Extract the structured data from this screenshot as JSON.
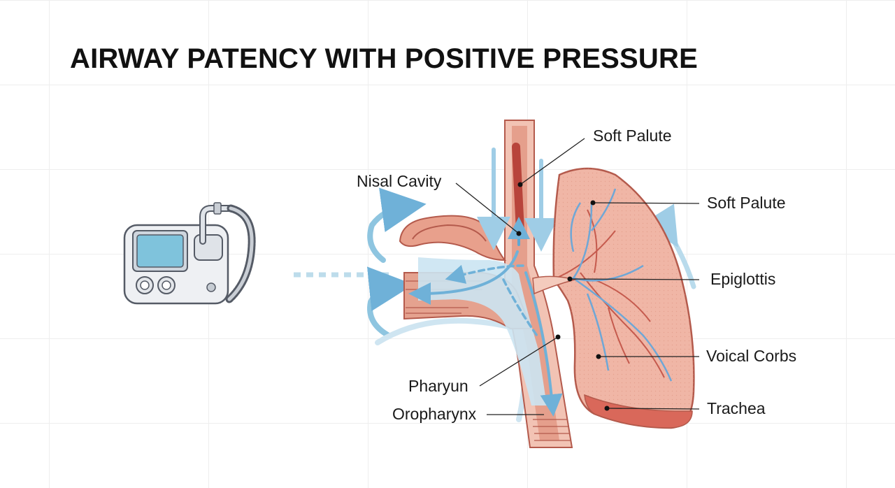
{
  "title": "AIRWAY PATENCY WITH POSITIVE PRESSURE",
  "labels": {
    "soft_palate_top": "Soft Palute",
    "nasal_cavity": "Nisal Cavity",
    "soft_palate_right": "Soft Palute",
    "epiglottis": "Epiglottis",
    "vocal_cords": "Voical Corbs",
    "trachea": "Trachea",
    "pharynx": "Pharyun",
    "oropharynx": "Oropharynx"
  },
  "colors": {
    "tissue": "#e8a08c",
    "tissue_dark": "#c9574b",
    "tissue_light": "#f4cbbd",
    "lung_fill": "#f0b6a6",
    "airflow": "#8ec5e0",
    "airflow_dark": "#5fa8d3",
    "device_screen": "#7fc3dc",
    "device_body": "#eef0f3",
    "outline": "#555b66"
  },
  "icons": {
    "device": "cpap-machine-icon"
  }
}
